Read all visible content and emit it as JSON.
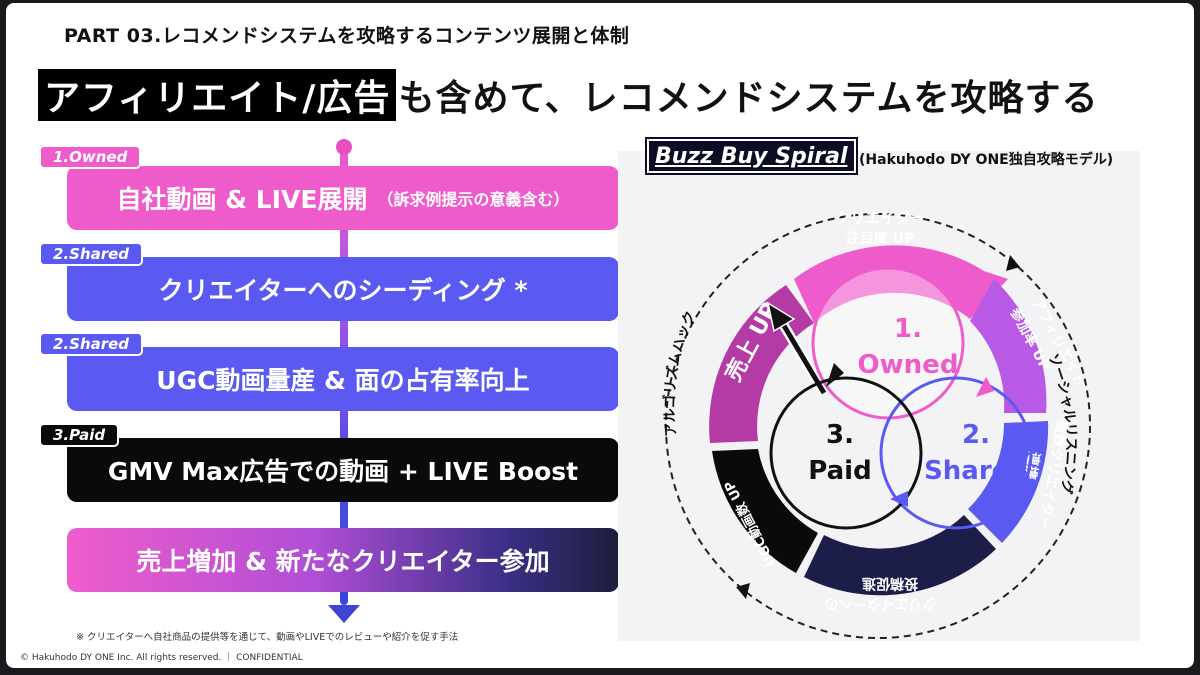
{
  "header": {
    "part_title": "PART 03.レコメンドシステムを攻略するコンテンツ展開と体制",
    "headline_highlight": "アフィリエイト/広告",
    "headline_rest": "も含めて、レコメンドシステムを攻略する"
  },
  "steps": [
    {
      "tag": "1.Owned",
      "label": "自社動画 & LIVE展開",
      "sub": "（訴求例提示の意義含む）"
    },
    {
      "tag": "2.Shared",
      "label": "クリエイターへのシーディング *",
      "sub": ""
    },
    {
      "tag": "2.Shared",
      "label": "UGC動画量産 & 面の占有率向上",
      "sub": ""
    },
    {
      "tag": "3.Paid",
      "label": "GMV Max広告での動画 + LIVE Boost",
      "sub": ""
    },
    {
      "tag": "",
      "label": "売上増加 & 新たなクリエイター参加",
      "sub": ""
    }
  ],
  "footnote": "※ クリエイターへ自社商品の提供等を通じて、動画やLIVEでのレビューや紹介を促す手法",
  "copyright": "© Hakuhodo DY ONE Inc. All rights reserved. ｜ CONFIDENTIAL",
  "spiral": {
    "title": "Buzz Buy Spiral",
    "subtitle": "(Hakuhodo DY ONE独自攻略モデル)",
    "outer_label_left": "アルゴリズムハック",
    "outer_label_right": "ソーシャルリスニング",
    "segments": {
      "creator_attention": [
        "クリエイター",
        "注目度 UP"
      ],
      "affiliate_rate": [
        "アフィリエイト",
        "参加率 UP"
      ],
      "multi_creator": [
        "複数クリエイター",
        "連携"
      ],
      "creator_post": [
        "クリエイターへの",
        "投稿促進"
      ],
      "ugc_count": "UGC動画数 UP",
      "sales": "売上 UP"
    },
    "circles": {
      "owned_num": "1.",
      "owned": "Owned",
      "shared_num": "2.",
      "shared": "Shared",
      "paid_num": "3.",
      "paid": "Paid"
    },
    "colors": {
      "pink": "#ee5ccc",
      "purple": "#a255e8",
      "blue": "#5a5af2",
      "navy": "#1d1d4a",
      "black": "#0a0a0a"
    }
  }
}
